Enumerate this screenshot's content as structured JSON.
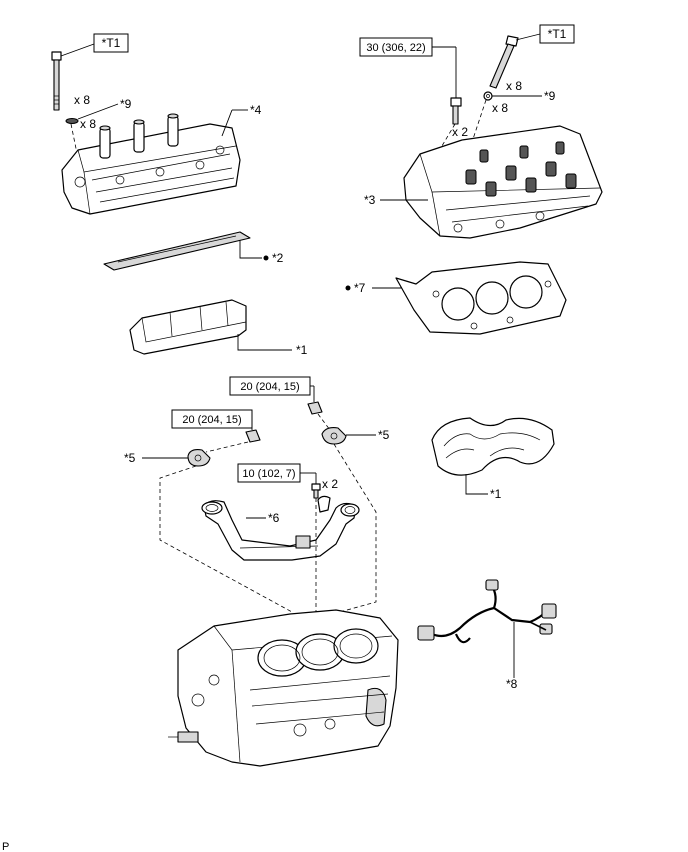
{
  "labels": {
    "t1_left": "*T1",
    "t1_right": "*T1",
    "torque_head_bolt": "30 (306, 22)",
    "torque_sensor_upper": "20 (204, 15)",
    "torque_sensor_lower": "20 (204, 15)",
    "torque_pipe_bolt": "10 (102, 7)",
    "qty_left_bolt": "x 8",
    "qty_left_washer": "x 8",
    "qty_right_bolt": "x 8",
    "qty_right_washer": "x 8",
    "qty_head_bolt": "x 2",
    "qty_pipe_bolt": "x 2",
    "part_1_upper": "*1",
    "part_1_lower": "*1",
    "part_2": "*2",
    "part_3": "*3",
    "part_4": "*4",
    "part_5_left": "*5",
    "part_5_right": "*5",
    "part_6": "*6",
    "part_7": "*7",
    "part_8": "*8",
    "part_9_left": "*9",
    "part_9_right": "*9",
    "corner_mark": "P"
  }
}
